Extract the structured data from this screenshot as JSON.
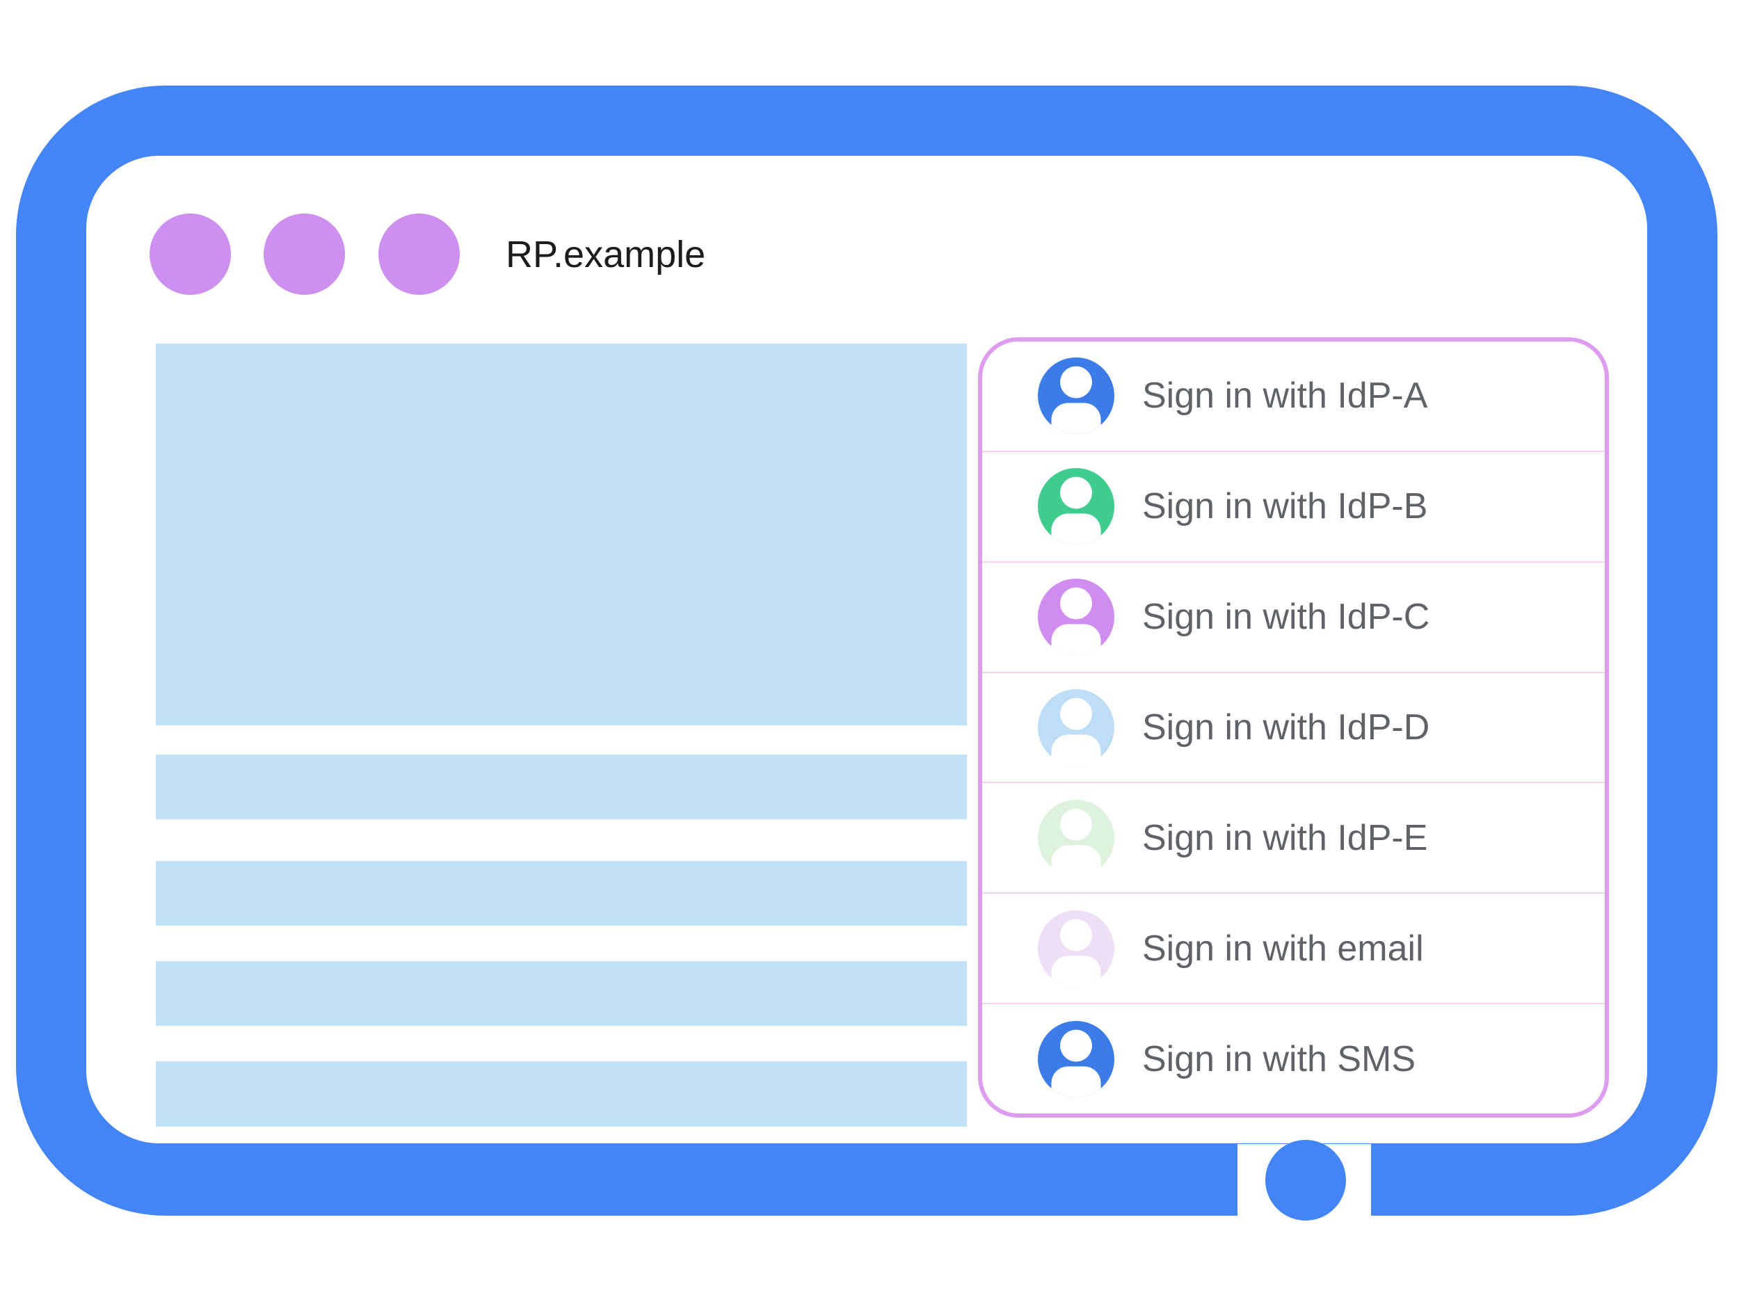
{
  "window": {
    "title": "RP.example",
    "control_dot_count": 3
  },
  "content_placeholders": {
    "hero_block": 1,
    "line_blocks": 4
  },
  "signin_panel": {
    "items": [
      {
        "label": "Sign in with IdP-A",
        "avatar_color": "#3B7CE8"
      },
      {
        "label": "Sign in with IdP-B",
        "avatar_color": "#3ECD8E"
      },
      {
        "label": "Sign in with IdP-C",
        "avatar_color": "#D18CF0"
      },
      {
        "label": "Sign in with IdP-D",
        "avatar_color": "#BDDEF6"
      },
      {
        "label": "Sign in with IdP-E",
        "avatar_color": "#DDF3DE"
      },
      {
        "label": "Sign in with email",
        "avatar_color": "#EEDFF6"
      },
      {
        "label": "Sign in with SMS",
        "avatar_color": "#3B7CE8"
      }
    ]
  },
  "icons": {
    "row_icon": "user-avatar-icon",
    "bottom_icon": "home-button"
  },
  "colors": {
    "frame_blue": "#4385F6",
    "placeholder_blue": "#C0E1F6",
    "dot_purple": "#CD90EE",
    "panel_border": "#DD9CEF",
    "divider_pink": "#F2D3F4",
    "label_gray": "#5F6368",
    "title_color": "#1C1C1E",
    "avatar_glyph_white": "#FFFFFF"
  }
}
